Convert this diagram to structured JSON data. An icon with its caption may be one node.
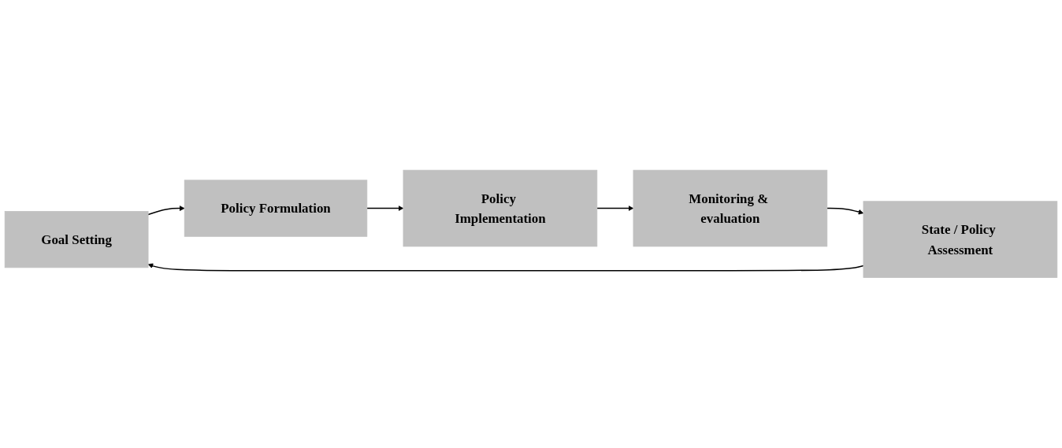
{
  "diagram": {
    "nodes": [
      {
        "text": [
          "Goal Setting"
        ]
      },
      {
        "text": [
          "Policy Formulation"
        ]
      },
      {
        "text": [
          "Policy Implementation"
        ]
      },
      {
        "text": [
          "Monitoring & evaluation"
        ]
      },
      {
        "text": [
          "State / Policy Assessment"
        ]
      }
    ],
    "edges": [
      {
        "from": 0,
        "to": 1,
        "arrow": "to"
      },
      {
        "from": 1,
        "to": 2,
        "arrow": "to"
      },
      {
        "from": 2,
        "to": 3,
        "arrow": "to"
      },
      {
        "from": 3,
        "to": 4,
        "arrow": "to"
      },
      {
        "from": 4,
        "to": 0,
        "arrow": "to"
      }
    ]
  }
}
